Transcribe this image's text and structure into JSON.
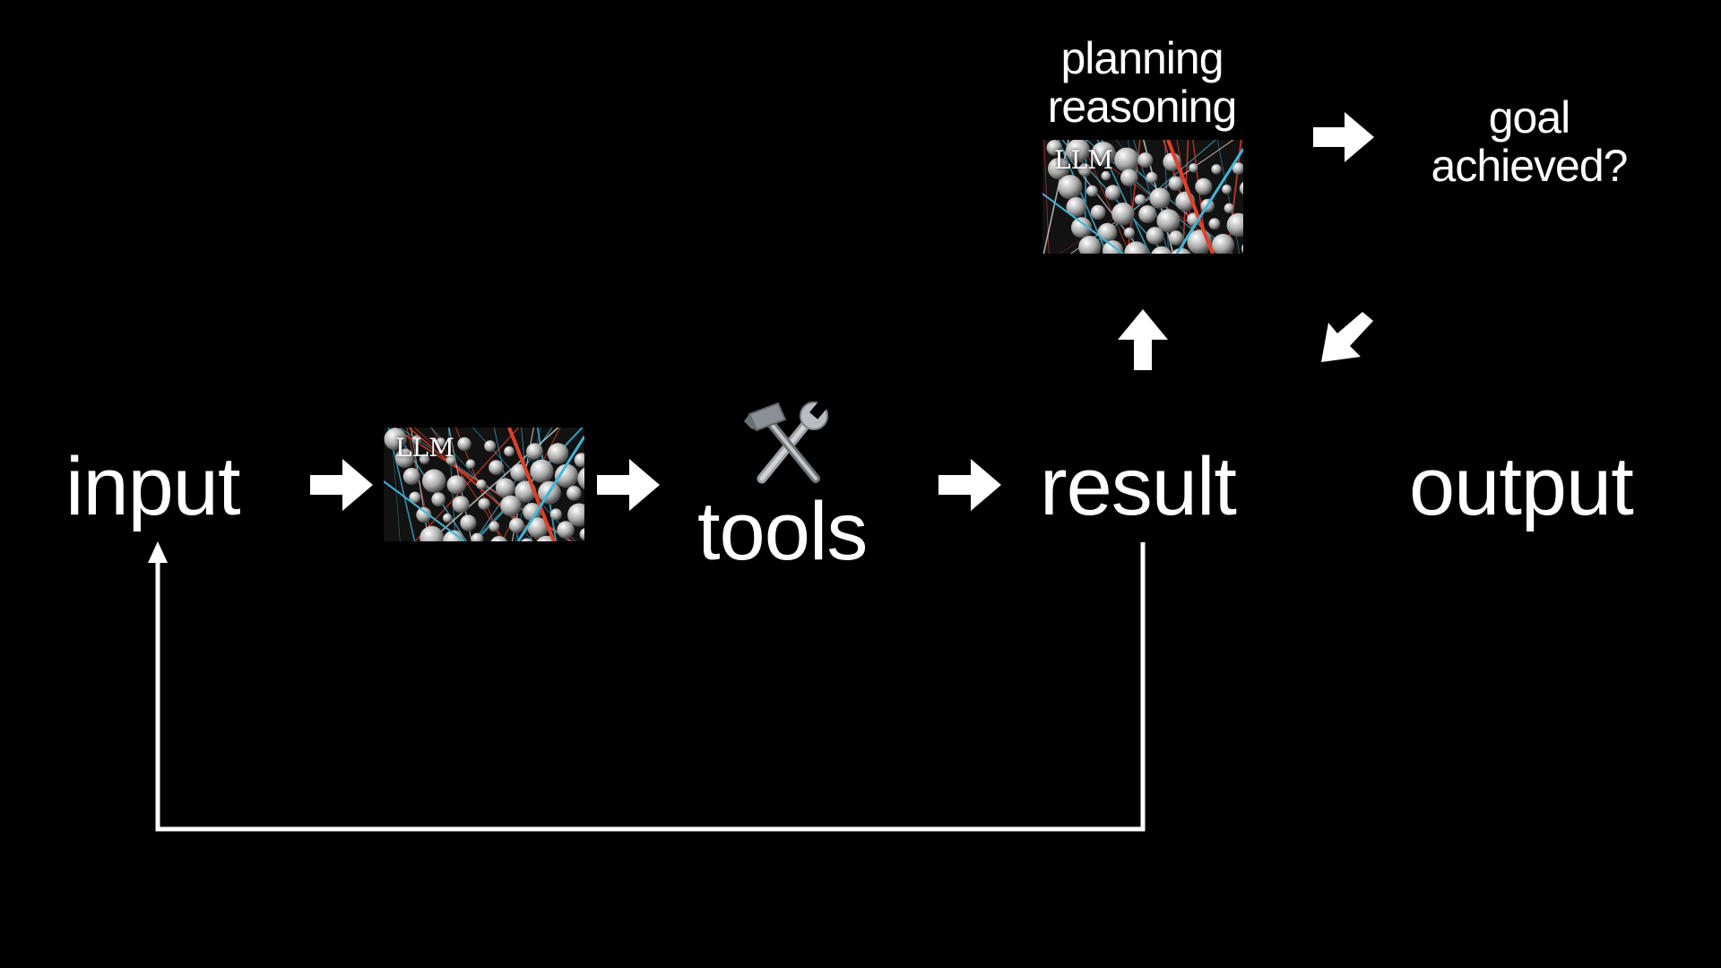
{
  "diagram": {
    "input": "input",
    "tools": "tools",
    "result": "result",
    "output": "output",
    "planning": [
      "planning",
      "reasoning"
    ],
    "goal": [
      "goal",
      "achieved?"
    ],
    "llm_label": "LLM",
    "tools_icon": "hammer-and-wrench"
  },
  "colors": {
    "background": "#000000",
    "foreground": "#ffffff",
    "llm_red": "#e0402a",
    "llm_blue": "#3fb6d8"
  }
}
